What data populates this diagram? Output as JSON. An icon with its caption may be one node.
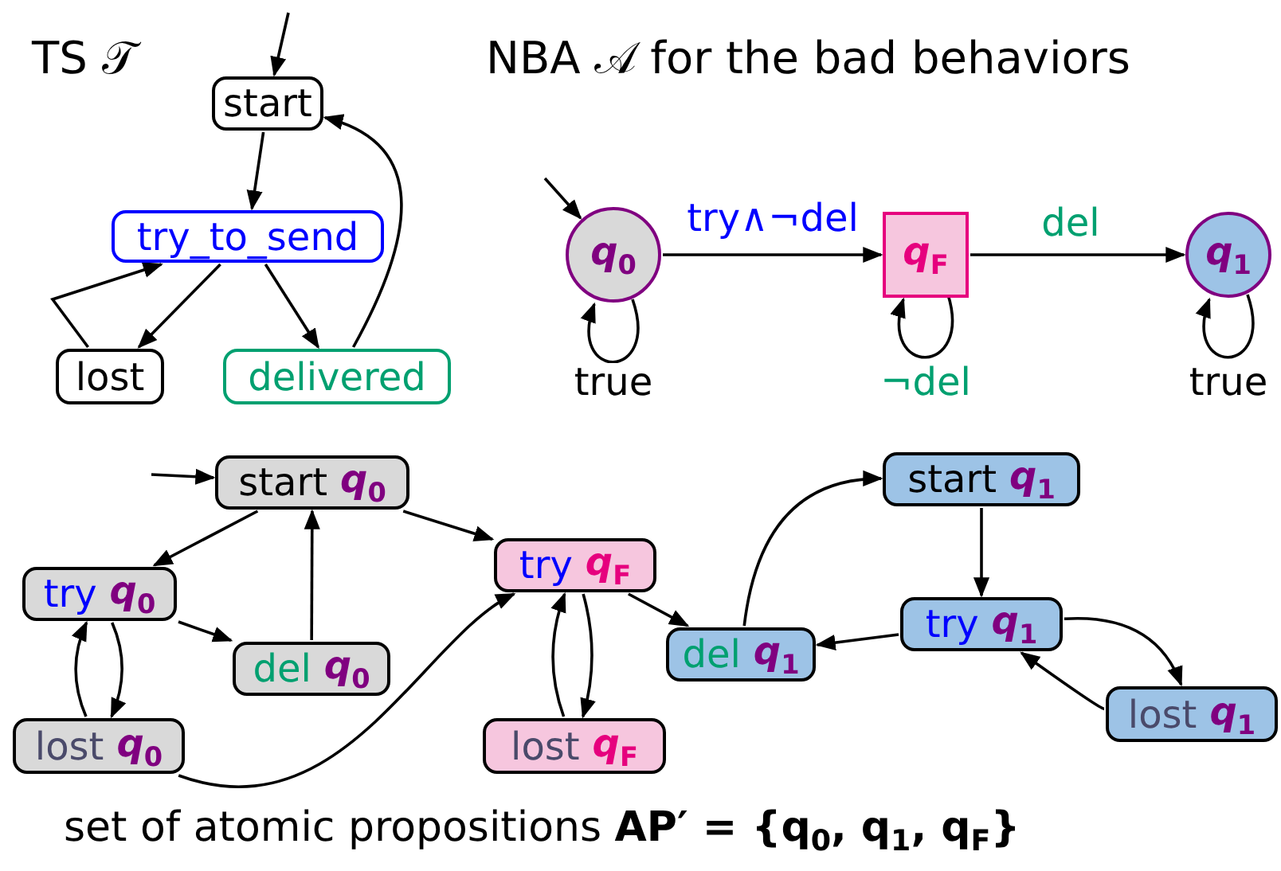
{
  "diagram": {
    "nodes": [
      {
        "text": [
          "start"
        ]
      },
      {
        "text": [
          "try_to_send"
        ]
      },
      {
        "text": [
          "lost"
        ]
      },
      {
        "text": [
          "delivered"
        ]
      },
      {
        "text": [
          "q$_{0}$"
        ]
      },
      {
        "text": [
          "q$_{F}$"
        ]
      },
      {
        "text": [
          "q$_{1}$"
        ]
      },
      {
        "text": [
          "start",
          "q$_{0}$"
        ]
      },
      {
        "text": [
          "try",
          "q$_{0}$"
        ]
      },
      {
        "text": [
          "del",
          "q$_{0}$"
        ]
      },
      {
        "text": [
          "lost",
          "q$_{0}$"
        ]
      },
      {
        "text": [
          "try",
          "q$_{F}$"
        ]
      },
      {
        "text": [
          "lost",
          "q$_{F}$"
        ]
      },
      {
        "text": [
          "del",
          "q$_{1}$"
        ]
      },
      {
        "text": [
          "start",
          "q$_{1}$"
        ]
      },
      {
        "text": [
          "try",
          "q$_{1}$"
        ]
      },
      {
        "text": [
          "lost",
          "q$_{1}$"
        ]
      }
    ],
    "edges": [
      {
        "from": null,
        "to": 0,
        "arrow": "to"
      },
      {
        "from": 0,
        "to": 1,
        "arrow": "to"
      },
      {
        "from": 1,
        "to": 2,
        "arrow": "to"
      },
      {
        "from": 1,
        "to": 3,
        "arrow": "to"
      },
      {
        "from": 3,
        "to": 0,
        "arrow": "to"
      },
      {
        "from": 2,
        "to": 1,
        "arrow": "to"
      },
      {
        "from": null,
        "to": 4,
        "arrow": "to"
      },
      {
        "from": 4,
        "to": 5,
        "arrow": "to",
        "label": "try∧¬del"
      },
      {
        "from": 5,
        "to": 6,
        "arrow": "to",
        "label": "del"
      },
      {
        "from": 4,
        "to": 4,
        "arrow": "to",
        "label": "true"
      },
      {
        "from": 5,
        "to": 5,
        "arrow": "to",
        "label": "¬del"
      },
      {
        "from": 6,
        "to": 6,
        "arrow": "to",
        "label": "true"
      },
      {
        "from": null,
        "to": 7,
        "arrow": "to"
      },
      {
        "from": 7,
        "to": 8,
        "arrow": "to"
      },
      {
        "from": 8,
        "to": 9,
        "arrow": "to"
      },
      {
        "from": 9,
        "to": 7,
        "arrow": "to"
      },
      {
        "from": 8,
        "to": 10,
        "arrow": "to"
      },
      {
        "from": 10,
        "to": 8,
        "arrow": "to"
      },
      {
        "from": 7,
        "to": 11,
        "arrow": "to"
      },
      {
        "from": 10,
        "to": 11,
        "arrow": "to"
      },
      {
        "from": 11,
        "to": 12,
        "arrow": "to"
      },
      {
        "from": 12,
        "to": 11,
        "arrow": "to"
      },
      {
        "from": 11,
        "to": 13,
        "arrow": "to"
      },
      {
        "from": 13,
        "to": 14,
        "arrow": "to"
      },
      {
        "from": 14,
        "to": 15,
        "arrow": "to"
      },
      {
        "from": 15,
        "to": 13,
        "arrow": "to"
      },
      {
        "from": 15,
        "to": 16,
        "arrow": "to"
      },
      {
        "from": 16,
        "to": 15,
        "arrow": "to"
      }
    ],
    "labels": [
      "TS 𝒯",
      "NBA 𝒜 for the bad behaviors",
      "set of atomic propositions **AP′ = {q$_{0}$, q$_{1}$, q$_{F}$}**"
    ]
  }
}
